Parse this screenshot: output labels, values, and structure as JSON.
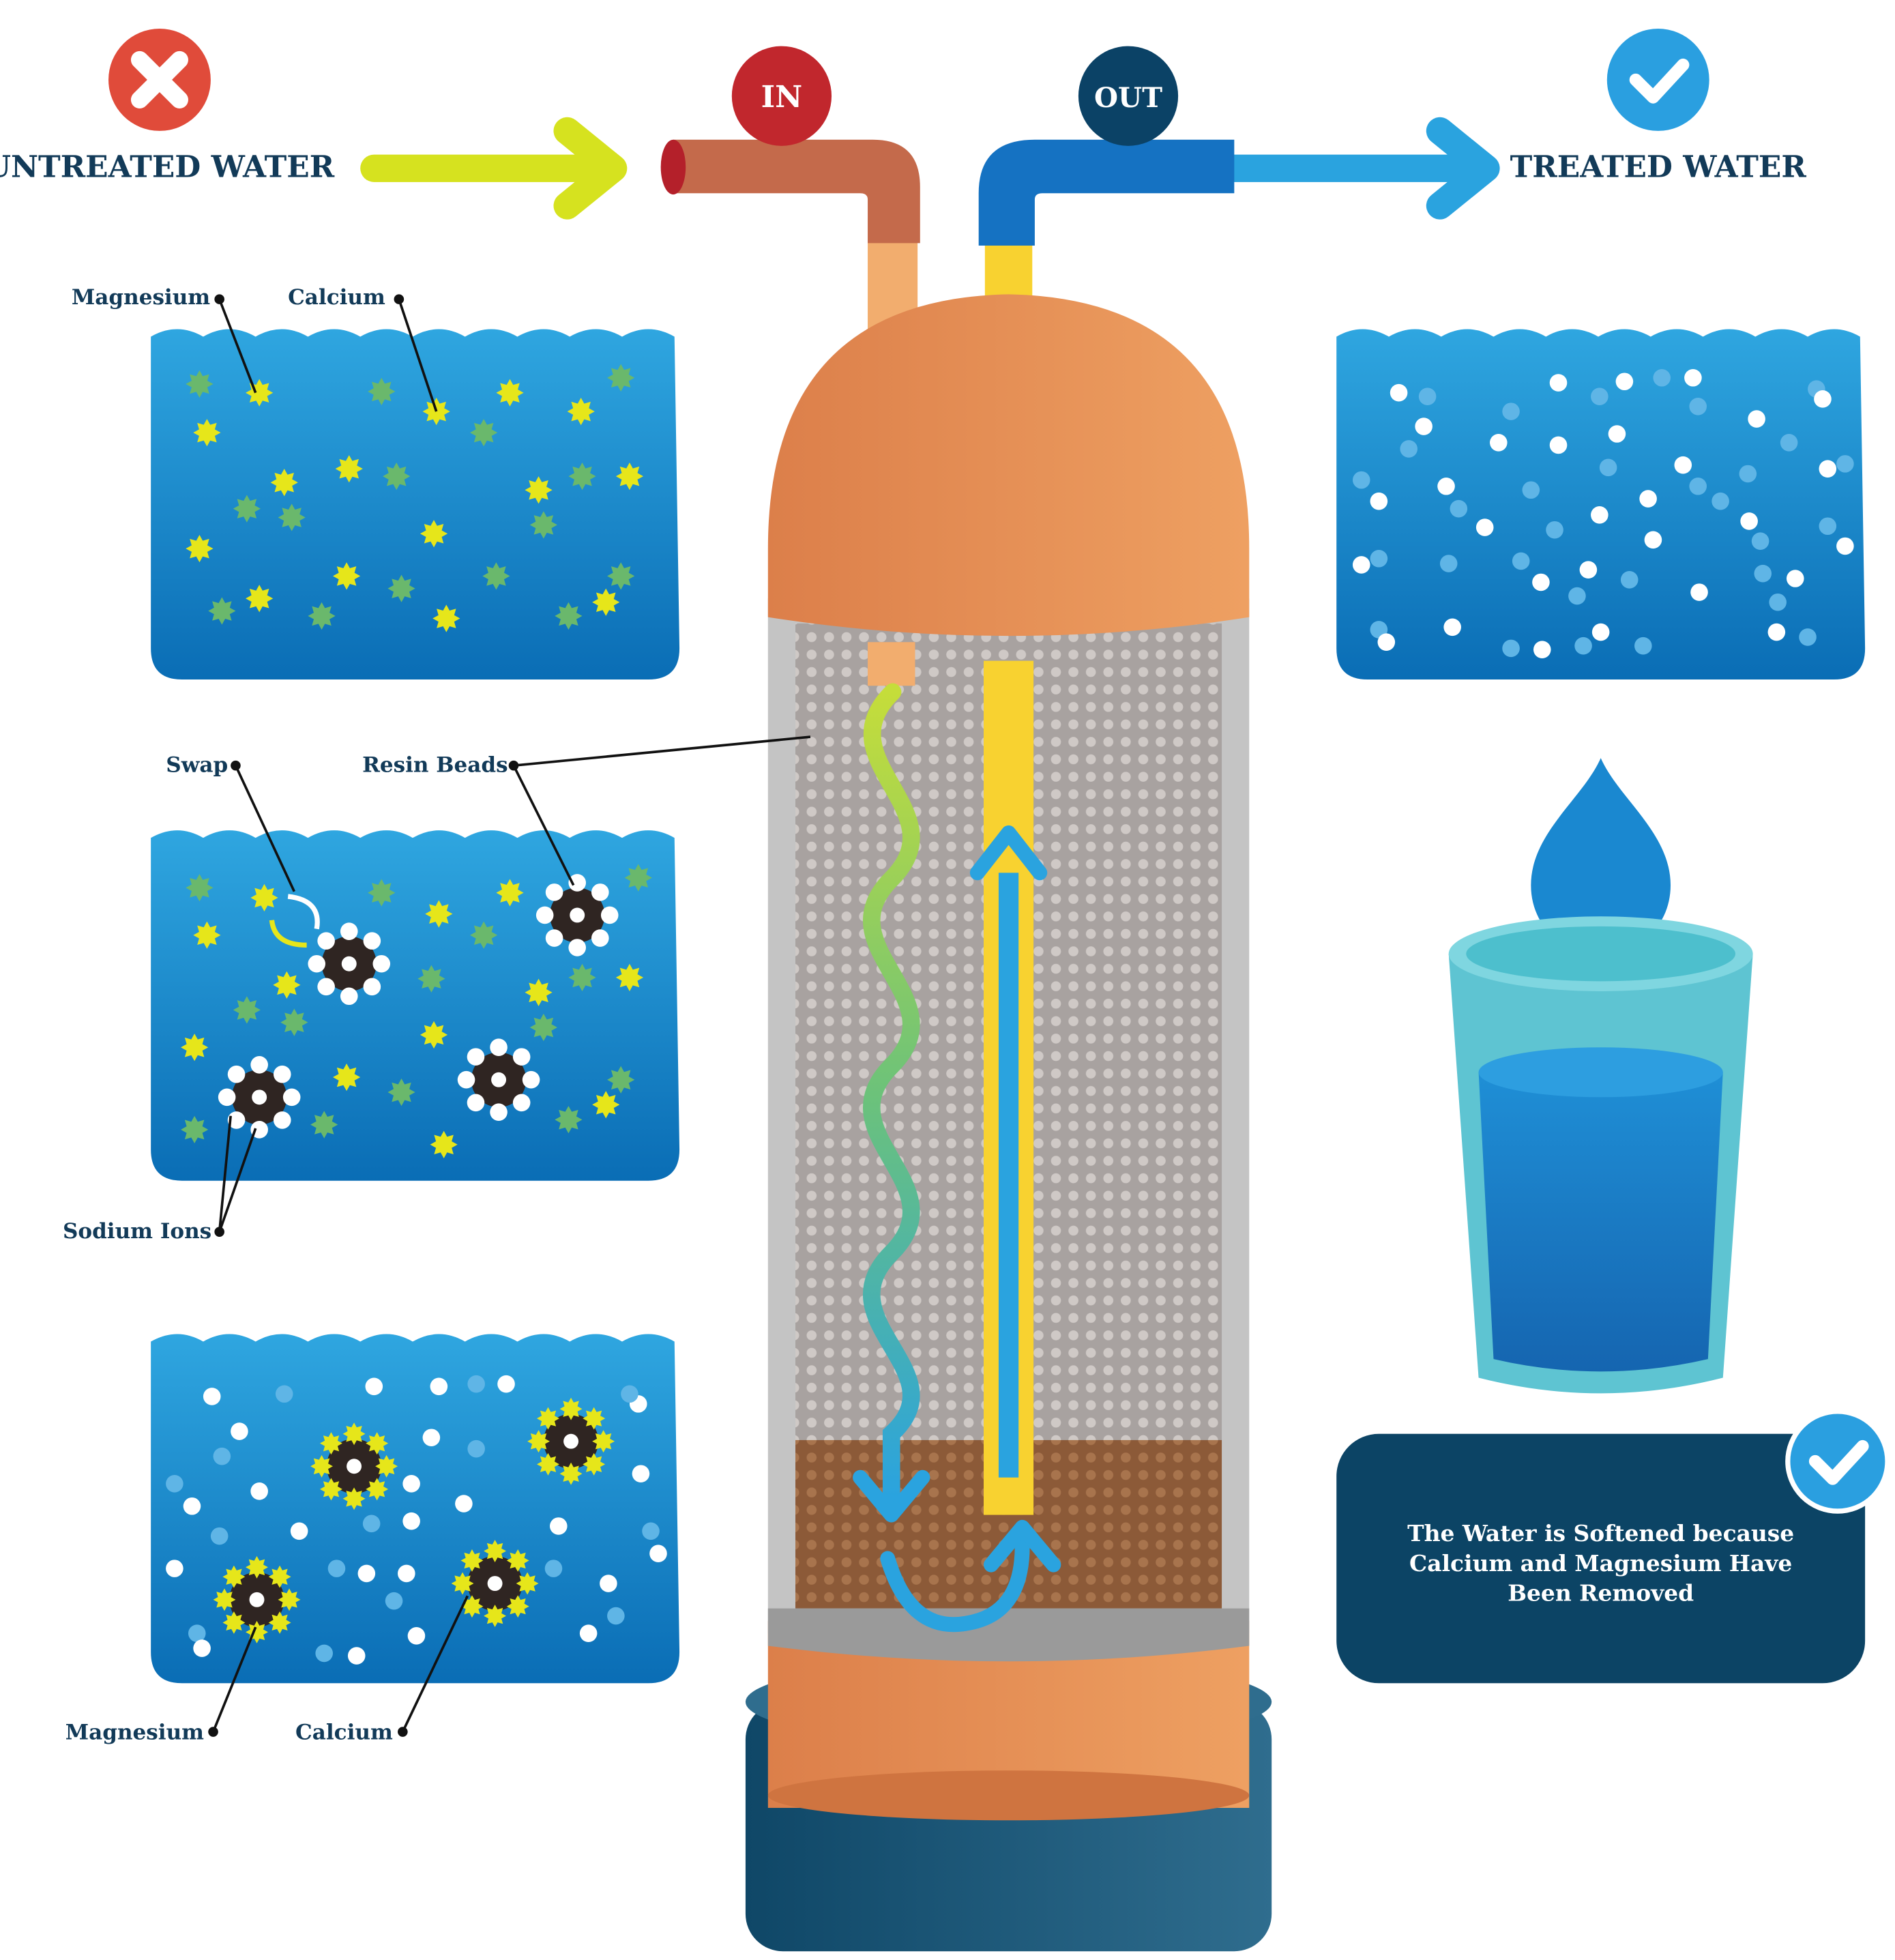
{
  "header": {
    "untreated_label": "UNTREATED WATER",
    "treated_label": "TREATED WATER",
    "in_label": "IN",
    "out_label": "OUT"
  },
  "panel_top_left": {
    "labels": [
      "Magnesium",
      "Calcium"
    ]
  },
  "panel_mid_left": {
    "labels": [
      "Swap",
      "Resin Beads",
      "Sodium Ions"
    ]
  },
  "panel_bottom_left": {
    "labels": [
      "Magnesium",
      "Calcium"
    ]
  },
  "note": {
    "line1": "The Water is Softened because",
    "line2": "Calcium and Magnesium Have",
    "line3": "Been Removed"
  },
  "colors": {
    "water_top": "#2ea3df",
    "water_bottom": "#0a6fb8",
    "tank_orange": "#e8884d",
    "base_navy": "#154d6e",
    "note_bg": "#0c4465",
    "check_blue": "#2a9fe0",
    "error_red": "#e04b3a",
    "in_red": "#c1272d",
    "out_navy": "#0b4266",
    "calcium_yellow": "#e6e61a",
    "magnesium_green": "#6ab86c"
  },
  "icons": [
    "x-icon",
    "check-icon",
    "water-drop-icon",
    "glass-icon"
  ]
}
